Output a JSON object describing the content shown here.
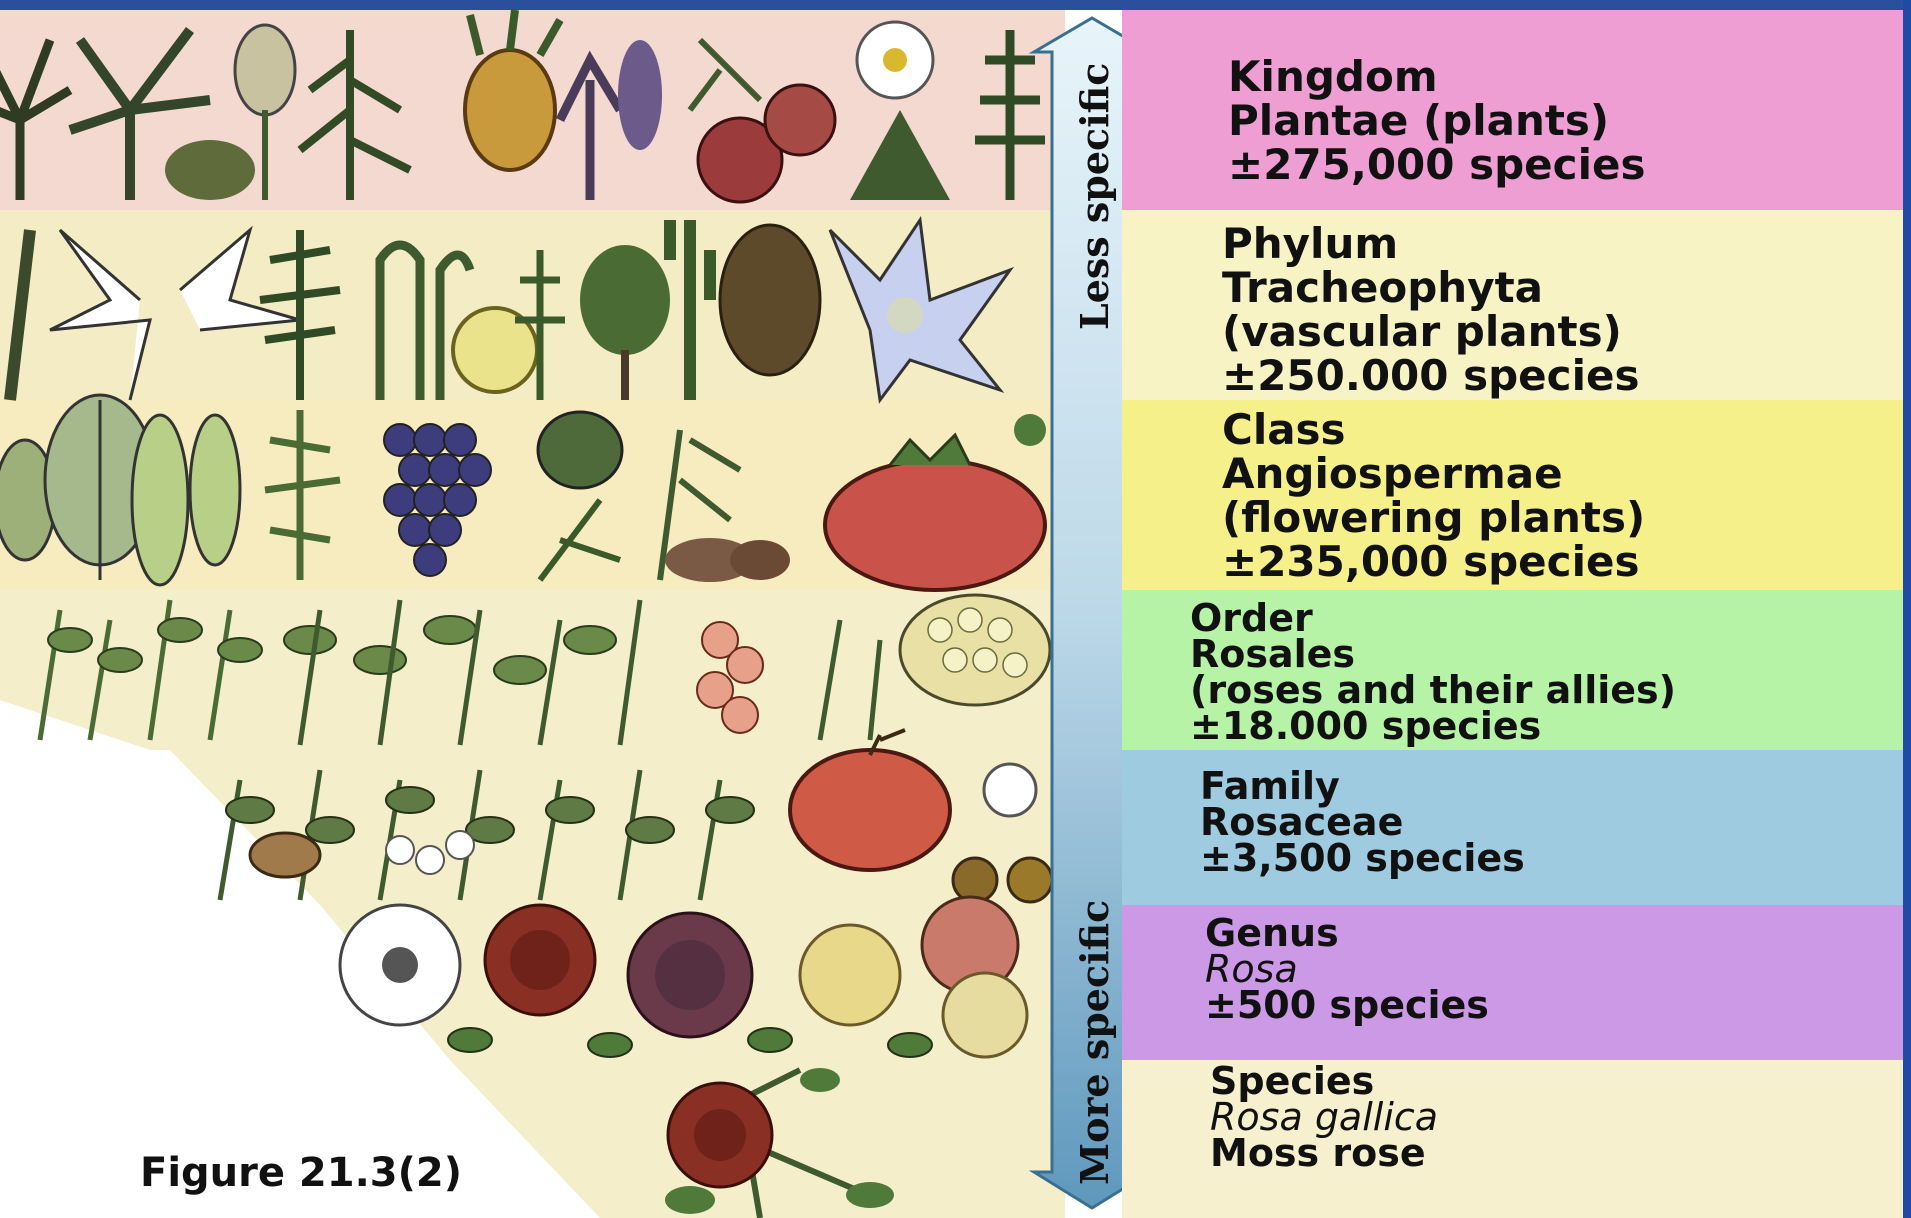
{
  "levels": [
    {
      "rank": "Kingdom",
      "name": "Plantae (plants)",
      "extra": "",
      "count": "275,000 species",
      "color": "#ef9ed4",
      "illus": "#f3d9cf"
    },
    {
      "rank": "Phylum",
      "name": "Tracheophyta",
      "extra": "(vascular plants)",
      "count": "250.000 species",
      "color": "#f7f3c4",
      "illus": "#f3ecc4"
    },
    {
      "rank": "Class",
      "name": "Angiospermae",
      "extra": "(flowering plants)",
      "count": "235,000 species",
      "color": "#f6f08a",
      "illus": "#f5eab8"
    },
    {
      "rank": "Order",
      "name": "Rosales",
      "extra": "(roses and their allies)",
      "count": "18.000 species",
      "color": "#b7f3a6",
      "illus": "#f4eecb"
    },
    {
      "rank": "Family",
      "name": "Rosaceae",
      "extra": "",
      "count": "3,500 species",
      "color": "#9fcbe0",
      "illus": "#f4eecb"
    },
    {
      "rank": "Genus",
      "name": "Rosa",
      "extra": "",
      "count": "500 species",
      "color": "#cc99e6",
      "illus": "#f4eecb"
    },
    {
      "rank": "Species",
      "name": "Rosa gallica",
      "extra": "",
      "count": "Moss rose",
      "color": "#f7f0cf",
      "illus": "#f4eecb"
    }
  ],
  "plus_minus": "±",
  "arrow": {
    "top_label": "Less specific",
    "bottom_label": "More specific"
  },
  "caption": "Figure 21.3(2)"
}
